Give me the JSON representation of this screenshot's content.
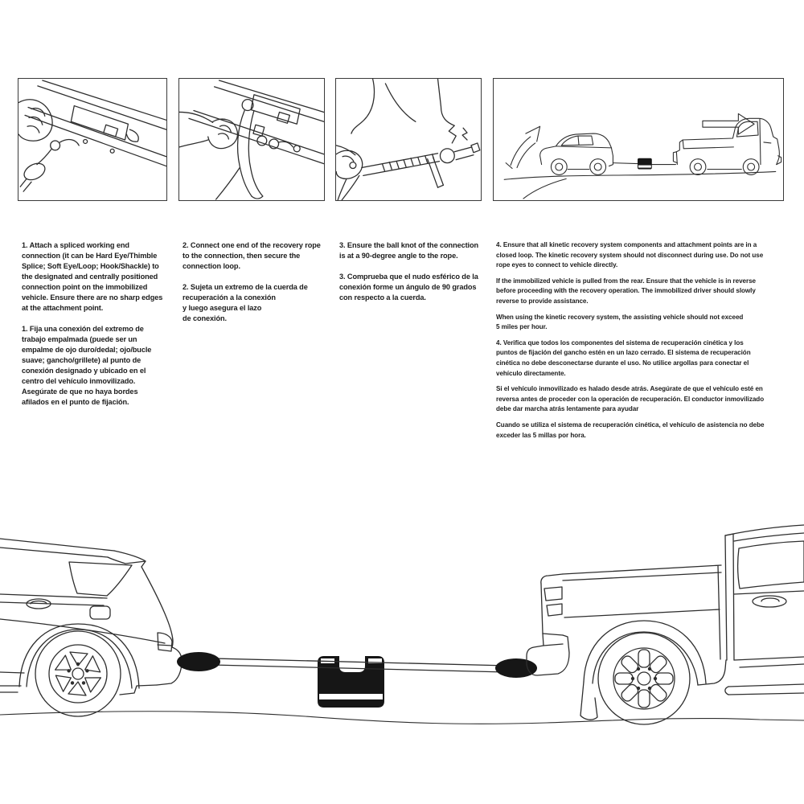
{
  "page": {
    "background": "#ffffff",
    "text_color": "#1c1c1c",
    "accent_black": "#161616"
  },
  "steps": [
    {
      "en": "1. Attach a spliced working end\nconnection (it can be Hard Eye/Thimble\nSplice; Soft Eye/Loop; Hook/Shackle) to\nthe designated and centrally positioned\nconnection point on the immobilized\nvehicle. Ensure there are no sharp edges\nat the attachment point.",
      "es": "1. Fija una conexión del extremo de\ntrabajo empalmada (puede ser un\nempalme de ojo duro/dedal; ojo/bucle\nsuave; gancho/grillete) al punto de\nconexión designado y ubicado en el\ncentro del vehículo inmovilizado.\nAsegúrate de que no haya bordes\nafilados en el punto de fijación."
    },
    {
      "en": "2. Connect one end of the recovery rope\nto the connection, then secure the\nconnection loop.",
      "es": "2. Sujeta un extremo de la cuerda de\nrecuperación a la conexión\ny luego asegura el lazo\nde conexión."
    },
    {
      "en": "3. Ensure the ball knot of the connection\nis at a 90-degree angle to the rope.",
      "es": "3. Comprueba que el nudo esférico de la\nconexión forme un ángulo de 90 grados\ncon respecto a la cuerda."
    },
    {
      "en_p": [
        "4. Ensure that all kinetic recovery system components and attachment points are in a\nclosed loop. The kinetic recovery system should not disconnect during use. Do not use\nrope eyes to connect to vehicle directly.",
        "If the immobilized vehicle is pulled from the rear. Ensure that the vehicle is in reverse\nbefore proceeding with the recovery operation. The immobilized driver should slowly\nreverse to provide assistance.",
        "When using the kinetic recovery system, the assisting vehicle should not exceed\n5 miles per hour."
      ],
      "es_p": [
        "4. Verifica que todos los componentes del sistema de recuperación cinética y los\npuntos de fijación del gancho estén en un lazo cerrado. El sistema de recuperación\ncinética no debe desconectarse durante el uso. No utilice argollas para conectar el\nvehículo directamente.",
        "Si el vehículo inmovilizado es halado desde atrás. Asegúrate de que el vehículo esté en\nreversa antes de proceder con la operación de recuperación. El conductor inmovilizado\ndebe dar marcha atrás lentamente para ayudar",
        "Cuando se utiliza el sistema de recuperación cinética, el vehículo de asistencia no debe\nexceder las 5 millas por hora."
      ]
    }
  ],
  "figures": {
    "panel1": "hand-attaching-working-end-connection",
    "panel2": "hand-connecting-recovery-rope",
    "panel3": "ball-knot-90-degree-angle",
    "panel4": "truck-towing-suv-direction-arrows",
    "bottom": "suv-and-pickup-connected-by-recovery-rope-with-damper"
  }
}
